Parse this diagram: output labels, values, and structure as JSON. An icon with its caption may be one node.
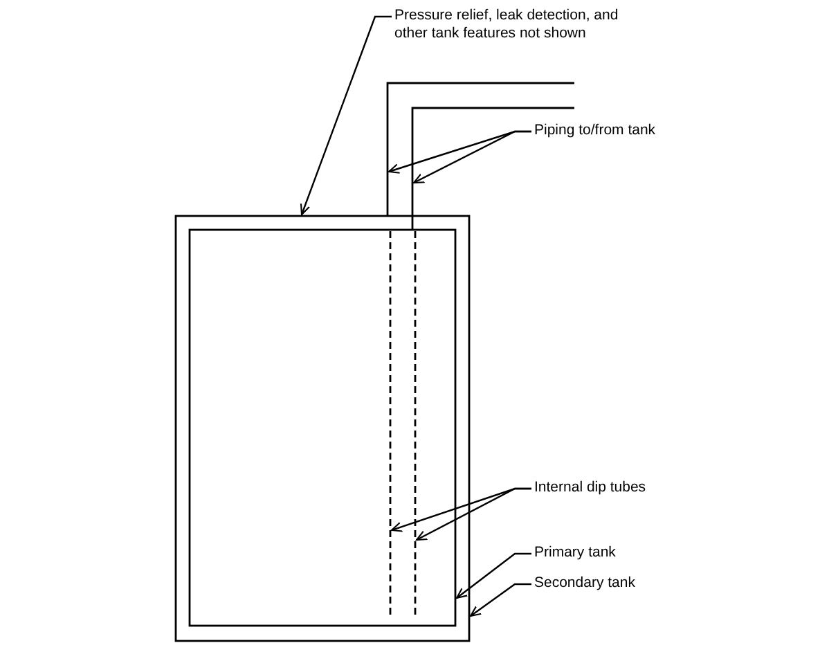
{
  "diagram": {
    "nodes": [
      {
        "text": [
          "Pressure relief, leak detection, and other tank features not shown"
        ]
      },
      {
        "text": [],
        "shape": "box"
      },
      {
        "text": [],
        "shape": "box",
        "in": 1
      },
      {
        "text": [],
        "shape": "line"
      },
      {
        "text": [],
        "shape": "line"
      },
      {
        "text": [
          "Piping to/from tank"
        ]
      },
      {
        "text": [],
        "shape": "line",
        "in": 2
      },
      {
        "text": [],
        "shape": "line",
        "in": 2
      },
      {
        "text": [
          "Internal dip tubes"
        ]
      },
      {
        "text": [
          "Primary tank"
        ]
      },
      {
        "text": [
          "Secondary tank"
        ]
      }
    ],
    "edges": [
      {
        "from": 0,
        "to": 1,
        "arrow": "to"
      },
      {
        "from": 5,
        "to": 3,
        "arrow": "to"
      },
      {
        "from": 5,
        "to": 4,
        "arrow": "to"
      },
      {
        "from": 8,
        "to": 6,
        "arrow": "to"
      },
      {
        "from": 8,
        "to": 7,
        "arrow": "to"
      },
      {
        "from": 9,
        "to": 2,
        "arrow": "to"
      },
      {
        "from": 10,
        "to": 1,
        "arrow": "to"
      }
    ]
  }
}
